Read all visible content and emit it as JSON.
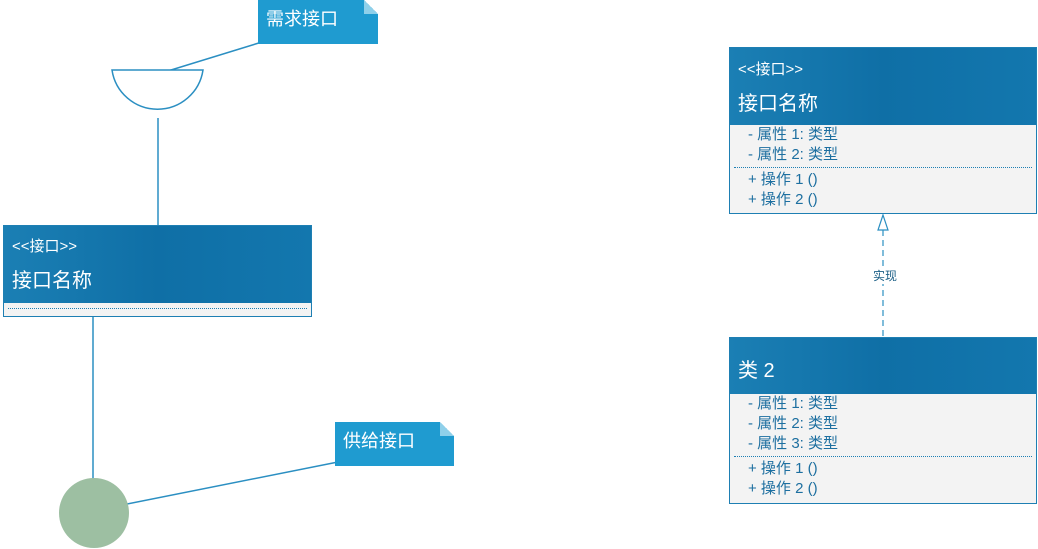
{
  "notes": {
    "required": "需求接口",
    "provided": "供给接口"
  },
  "interface_left": {
    "stereotype": "<<接口>>",
    "name": "接口名称"
  },
  "interface_right": {
    "stereotype": "<<接口>>",
    "name": "接口名称",
    "attributes": [
      "- 属性 1: 类型",
      "- 属性 2: 类型"
    ],
    "operations": [
      "+ 操作 1 ()",
      "+ 操作 2 ()"
    ]
  },
  "class2": {
    "name": "类 2",
    "attributes": [
      "- 属性 1: 类型",
      "- 属性 2: 类型",
      "- 属性 3: 类型"
    ],
    "operations": [
      "+ 操作 1 ()",
      "+ 操作 2 ()"
    ]
  },
  "realization_label": "实现",
  "colors": {
    "header": "#1378ae",
    "note": "#1f9bd0",
    "line": "#2b8fc2",
    "ball": "#9dbfa2"
  }
}
